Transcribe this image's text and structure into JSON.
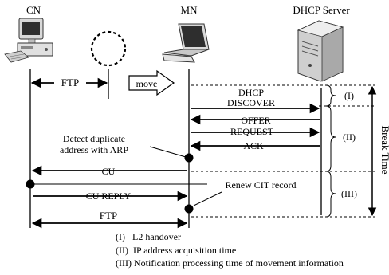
{
  "nodes": {
    "cn": "CN",
    "mn": "MN",
    "dhcp_server": "DHCP Server"
  },
  "icons": {
    "cn": "desktop-computer-icon",
    "mn": "laptop-icon",
    "server": "server-tower-icon"
  },
  "messages": {
    "ftp_top": "FTP",
    "move": "move",
    "dhcp_line1": "DHCP",
    "dhcp_line2": "DISCOVER",
    "offer": "OFFER",
    "request": "REQUEST",
    "ack": "ACK",
    "cu": "CU",
    "cu_reply": "CU REPLY",
    "ftp_bottom": "FTP"
  },
  "annotations": {
    "detect_line1": "Detect duplicate",
    "detect_line2": "address with ARP",
    "renew": "Renew CIT record",
    "break_time": "Break Time"
  },
  "phases": {
    "p1": "(I)",
    "p2": "(II)",
    "p3": "(III)"
  },
  "legend": [
    "(I)   L2 handover",
    "(II)  IP address acquisition time",
    "(III) Notification processing time of movement information"
  ]
}
